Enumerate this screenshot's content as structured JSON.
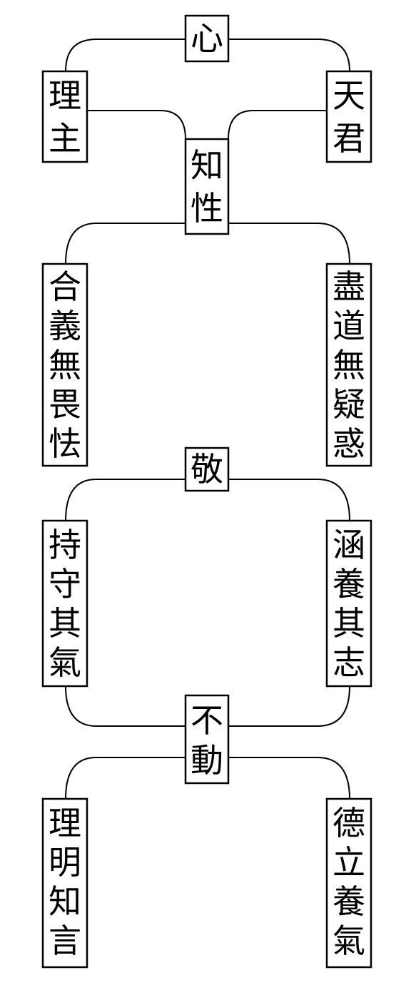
{
  "nodes": {
    "xin": "心",
    "li_zhu": "理主",
    "tian_jun": "天君",
    "zhi_xing": "知性",
    "he_yi": "合義無畏怯",
    "jin_dao": "盡道無疑惑",
    "jing": "敬",
    "chi_shou": "持守其氣",
    "han_yang": "涵養其志",
    "bu_dong": "不動",
    "li_ming": "理明知言",
    "de_li": "德立養氣"
  }
}
